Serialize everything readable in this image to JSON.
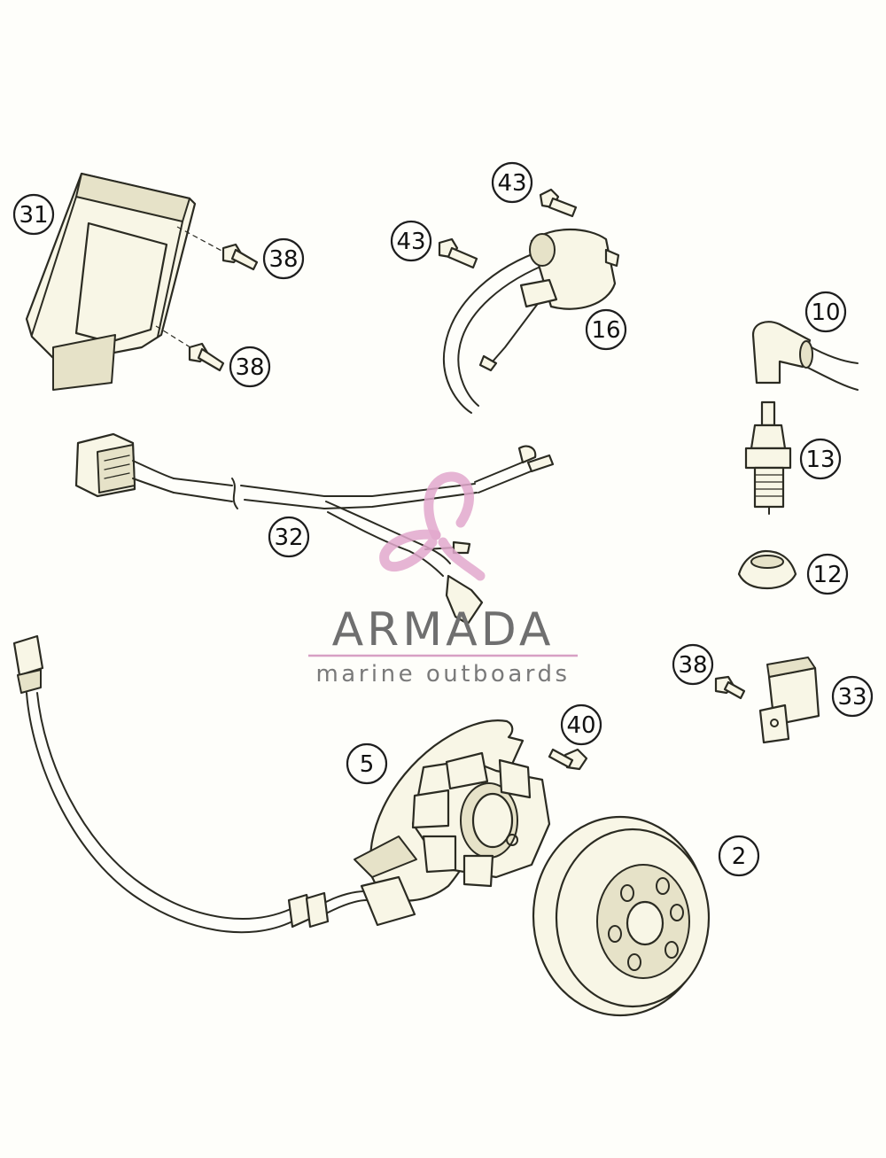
{
  "diagram": {
    "callouts": [
      {
        "id": "part-31",
        "label": "31"
      },
      {
        "id": "part-38-a",
        "label": "38"
      },
      {
        "id": "part-38-b",
        "label": "38"
      },
      {
        "id": "part-43-a",
        "label": "43"
      },
      {
        "id": "part-43-b",
        "label": "43"
      },
      {
        "id": "part-16",
        "label": "16"
      },
      {
        "id": "part-10",
        "label": "10"
      },
      {
        "id": "part-13",
        "label": "13"
      },
      {
        "id": "part-12",
        "label": "12"
      },
      {
        "id": "part-32",
        "label": "32"
      },
      {
        "id": "part-38-c",
        "label": "38"
      },
      {
        "id": "part-33",
        "label": "33"
      },
      {
        "id": "part-40",
        "label": "40"
      },
      {
        "id": "part-5",
        "label": "5"
      },
      {
        "id": "part-2",
        "label": "2"
      }
    ]
  },
  "watermark": {
    "brand": "ARMADA",
    "tagline": "marine outboards",
    "accent_color": "#e2a8cc"
  },
  "colors": {
    "background": "#fefefa",
    "part_fill": "#f8f6e6",
    "outline": "#2b2b22"
  }
}
